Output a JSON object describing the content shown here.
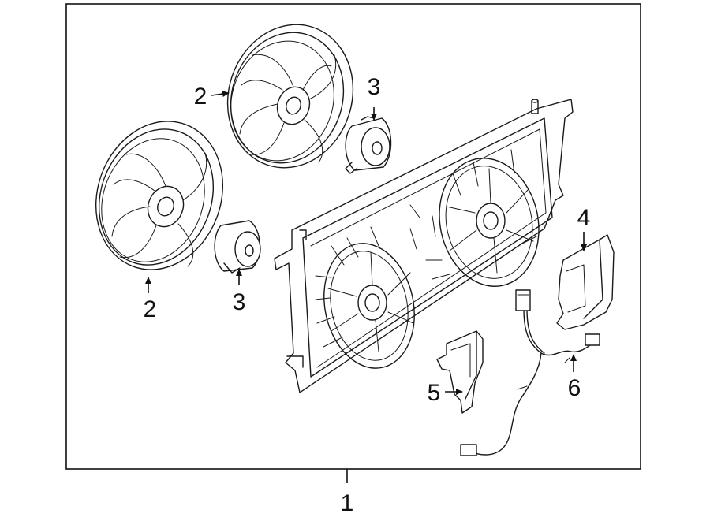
{
  "diagram": {
    "callouts": [
      {
        "id": "c-1",
        "label": "1"
      },
      {
        "id": "c-2a",
        "label": "2"
      },
      {
        "id": "c-2b",
        "label": "2"
      },
      {
        "id": "c-3a",
        "label": "3"
      },
      {
        "id": "c-3b",
        "label": "3"
      },
      {
        "id": "c-4",
        "label": "4"
      },
      {
        "id": "c-5",
        "label": "5"
      },
      {
        "id": "c-6",
        "label": "6"
      }
    ],
    "colors": {
      "line": "#1a1a1a",
      "background": "#ffffff"
    }
  }
}
